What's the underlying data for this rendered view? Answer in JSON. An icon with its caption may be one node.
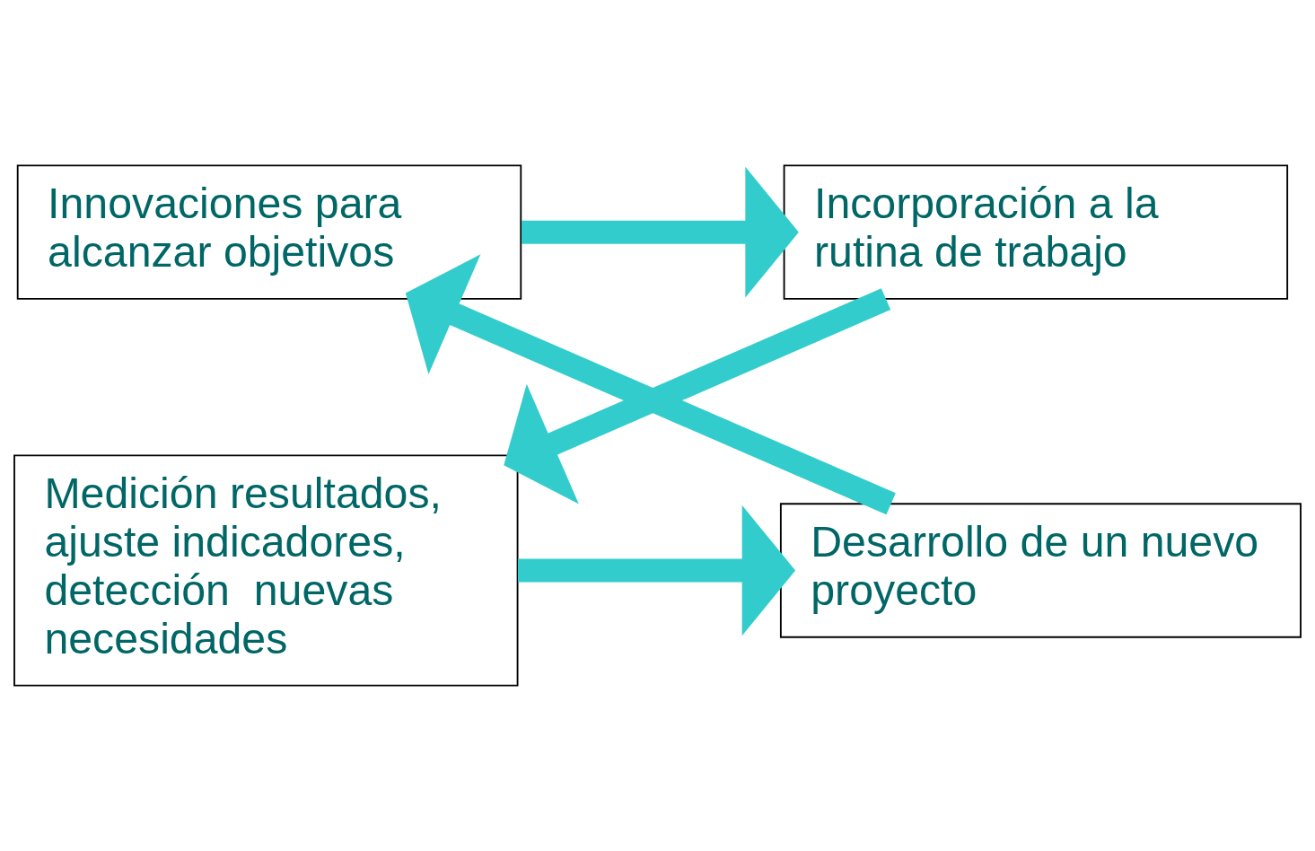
{
  "diagram": {
    "nodes": [
      {
        "text": [
          "Innovaciones para alcanzar objetivos"
        ]
      },
      {
        "text": [
          "Incorporación a la rutina de trabajo"
        ]
      },
      {
        "text": [
          "Medición resultados, ajuste indicadores, detección  nuevas necesidades"
        ]
      },
      {
        "text": [
          "Desarrollo de un nuevo proyecto"
        ]
      }
    ],
    "edges": [
      {
        "from": 0,
        "to": 1,
        "arrow": "to"
      },
      {
        "from": 1,
        "to": 2,
        "arrow": "to"
      },
      {
        "from": 2,
        "to": 3,
        "arrow": "to"
      },
      {
        "from": 3,
        "to": 0,
        "arrow": "to"
      }
    ]
  }
}
